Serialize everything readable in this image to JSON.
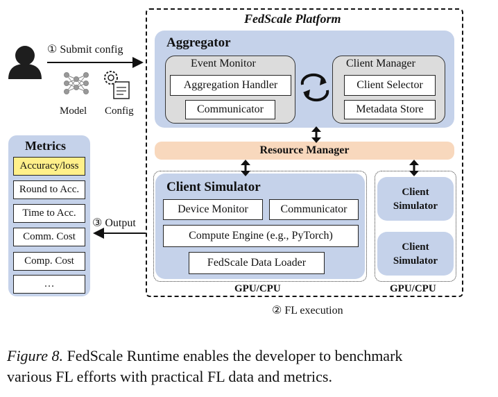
{
  "platform": {
    "title": "FedScale Platform"
  },
  "developer": {
    "submit_label": "① Submit config",
    "model_label": "Model",
    "config_label": "Config"
  },
  "aggregator": {
    "title": "Aggregator",
    "event_monitor": {
      "title": "Event Monitor",
      "items": [
        "Aggregation Handler",
        "Communicator"
      ]
    },
    "client_manager": {
      "title": "Client Manager",
      "items": [
        "Client Selector",
        "Metadata Store"
      ]
    }
  },
  "resource_manager": {
    "label": "Resource Manager"
  },
  "client_simulator": {
    "title": "Client Simulator",
    "device_monitor": "Device Monitor",
    "communicator": "Communicator",
    "compute_engine": "Compute Engine (e.g., PyTorch)",
    "data_loader": "FedScale Data Loader",
    "gpu_label": "GPU/CPU"
  },
  "side_sims": {
    "sim1": "Client Simulator",
    "sim2": "Client Simulator",
    "gpu_label": "GPU/CPU"
  },
  "metrics": {
    "title": "Metrics",
    "items": [
      "Accuracy/loss",
      "Round to Acc.",
      "Time to Acc.",
      "Comm. Cost",
      "Comp. Cost",
      "…"
    ],
    "highlight_color": "#fff08a"
  },
  "output_label": "③ Output",
  "fl_execution_label": "② FL execution",
  "caption": {
    "figure_label": "Figure 8.",
    "text_line1": " FedScale Runtime enables the developer to benchmark",
    "text_line2": "various FL efforts with practical FL data and metrics."
  },
  "colors": {
    "blue": "#c5d2ea",
    "orange": "#f8d8bd",
    "gray": "#dcdcdc"
  }
}
